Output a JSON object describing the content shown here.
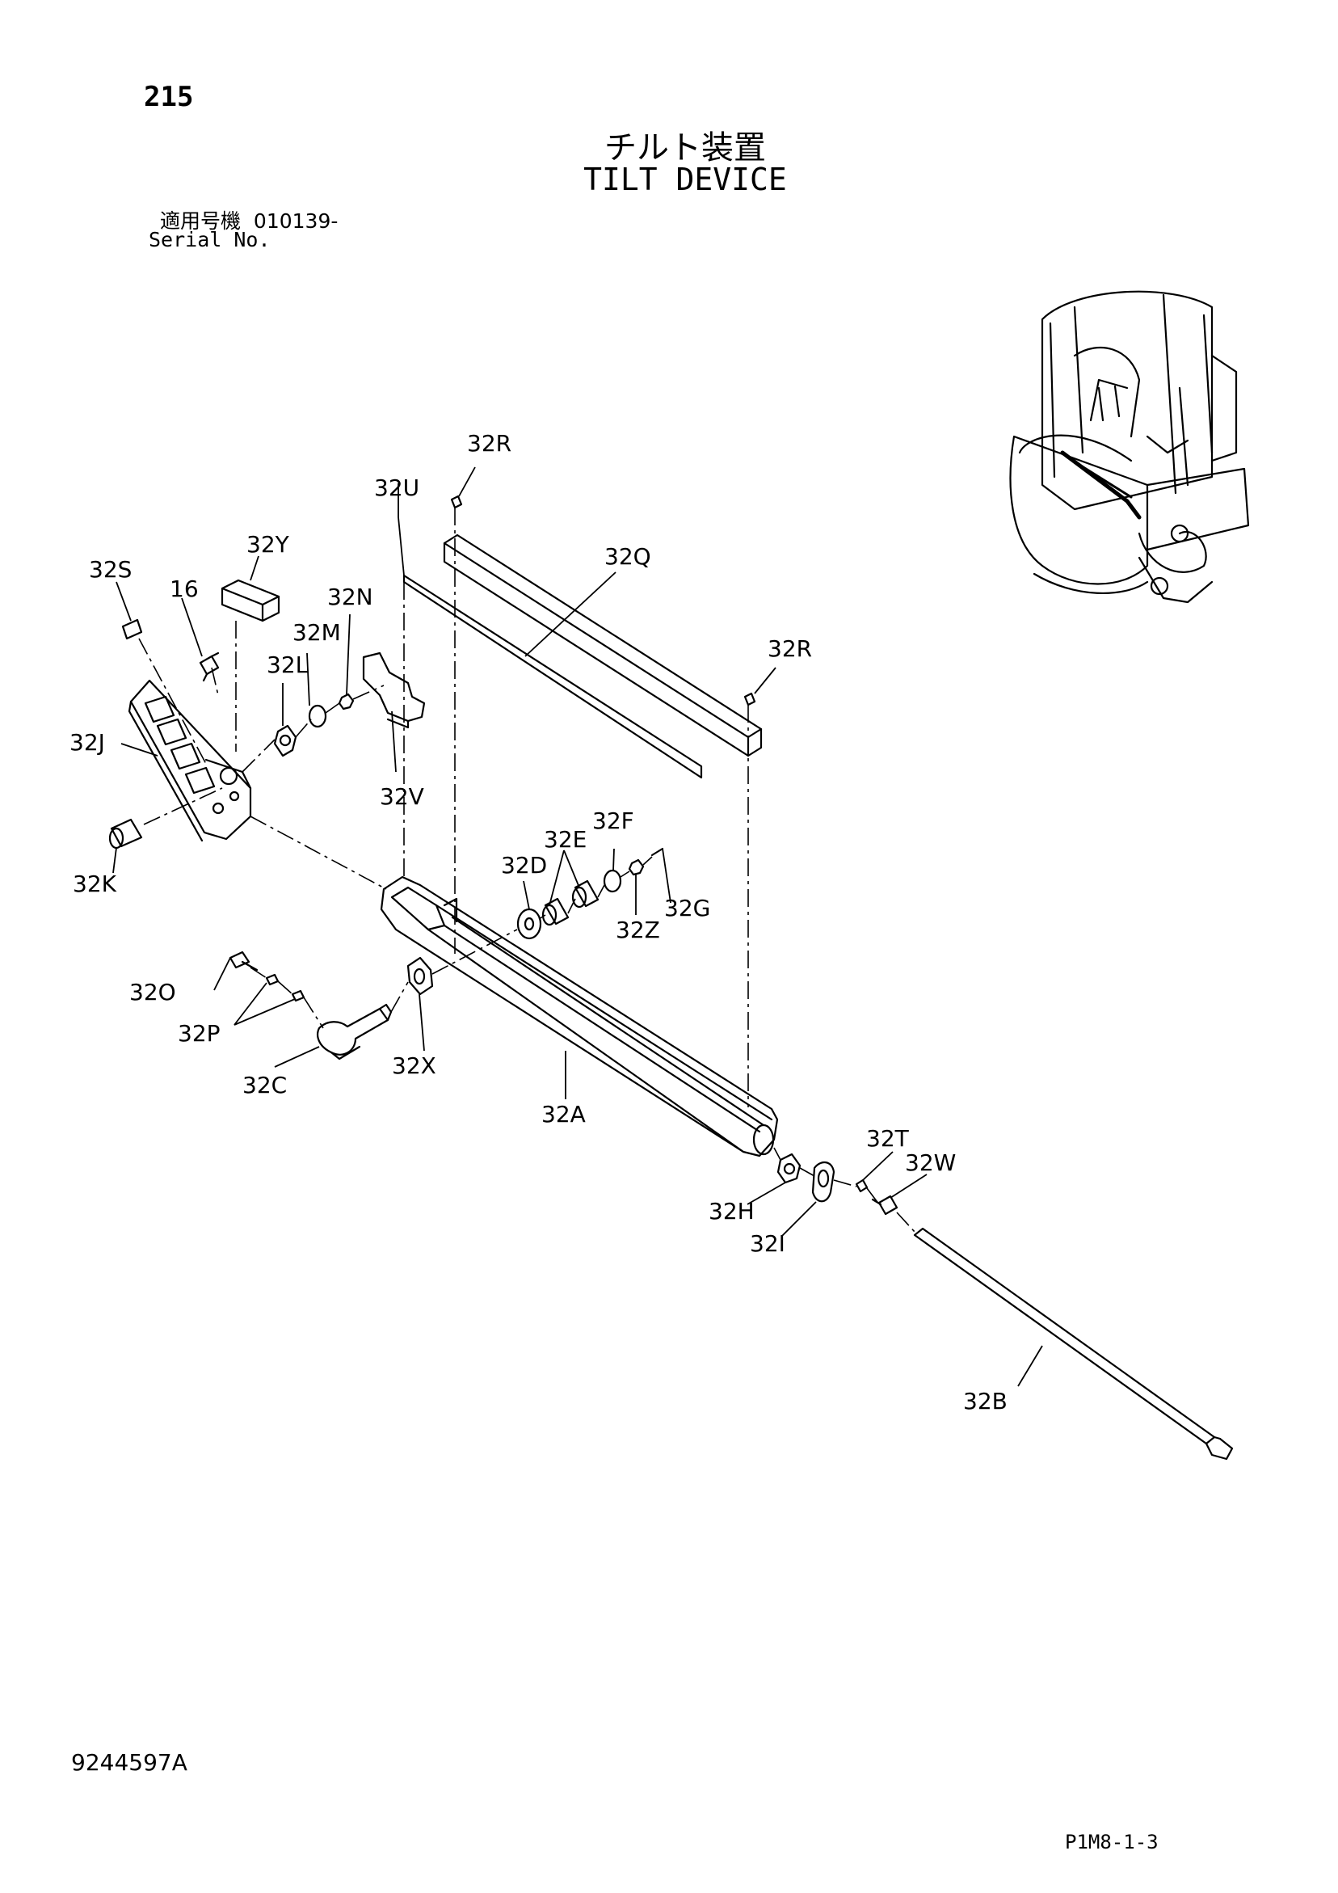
{
  "header": {
    "page_number": "215",
    "title_jp": "チルト装置",
    "title_en": "TILT DEVICE",
    "serial_label_jp": "適用号機",
    "serial_value": "010139-",
    "serial_label_en": "Serial No."
  },
  "callouts": {
    "c32R_top": "32R",
    "c32U": "32U",
    "c32Y": "32Y",
    "c32Q": "32Q",
    "c32S": "32S",
    "c16": "16",
    "c32N": "32N",
    "c32M": "32M",
    "c32L": "32L",
    "c32R_right": "32R",
    "c32J": "32J",
    "c32V": "32V",
    "c32F": "32F",
    "c32E": "32E",
    "c32D": "32D",
    "c32K": "32K",
    "c32G": "32G",
    "c32Z": "32Z",
    "c32O": "32O",
    "c32P": "32P",
    "c32X": "32X",
    "c32C": "32C",
    "c32A": "32A",
    "c32T": "32T",
    "c32W": "32W",
    "c32H": "32H",
    "c32I": "32I",
    "c32B": "32B"
  },
  "footer": {
    "doc_code": "9244597A",
    "page_code": "P1M8-1-3"
  }
}
